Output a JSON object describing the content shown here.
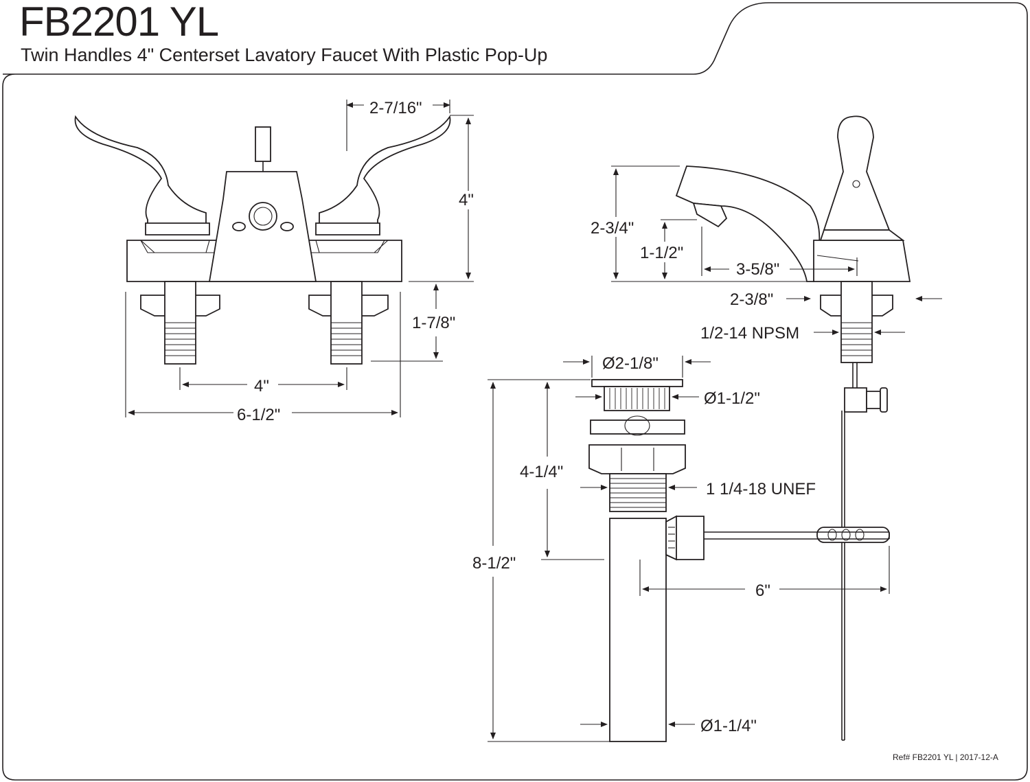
{
  "header": {
    "model": "FB2201 YL",
    "description": "Twin Handles 4\" Centerset Lavatory Faucet With Plastic Pop-Up"
  },
  "dimensions": {
    "handle_offset": "2-7/16\"",
    "height_total": "4\"",
    "shank_length": "1-7/8\"",
    "center_spread": "4\"",
    "base_width": "6-1/2\"",
    "side_height": "2-3/4\"",
    "spout_clearance": "1-1/2\"",
    "spout_reach": "3-5/8\"",
    "base_depth": "2-3/8\"",
    "shank_thread": "1/2-14 NPSM",
    "flange_diameter": "Ø2-1/8\"",
    "stopper_diameter": "Ø1-1/2\"",
    "drain_body_height": "4-1/4\"",
    "drain_thread": "1 1/4-18 UNEF",
    "drain_total_height": "8-1/2\"",
    "pivot_rod_length": "6\"",
    "tailpiece_diameter": "Ø1-1/4\""
  },
  "footer": {
    "reference": "Ref# FB2201 YL | 2017-12-A"
  }
}
